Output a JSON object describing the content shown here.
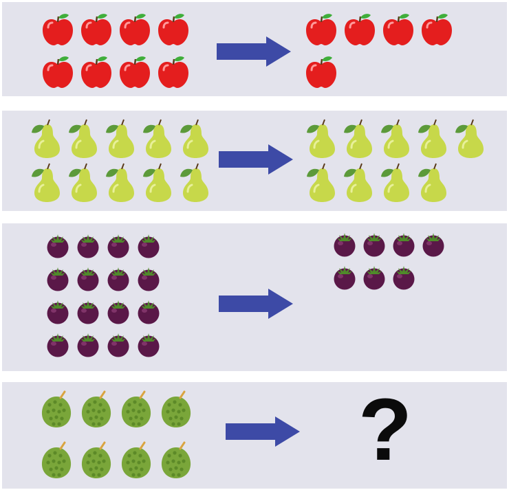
{
  "rows": [
    {
      "fruit": "apple-icon",
      "left_count": 8,
      "right_count": 5
    },
    {
      "fruit": "pear-icon",
      "left_count": 10,
      "right_count": 9
    },
    {
      "fruit": "mangosteen-icon",
      "left_count": 16,
      "right_count": 7
    },
    {
      "fruit": "durian-icon",
      "left_count": 8,
      "right_count": null
    }
  ],
  "unknown_symbol": "?",
  "colors": {
    "panel_background": "#e3e3ec",
    "arrow": "#3d4aa6",
    "apple": "#e41e1e",
    "pear": "#c7d84a",
    "mangosteen": "#5a1848",
    "durian": "#7aa63a"
  }
}
